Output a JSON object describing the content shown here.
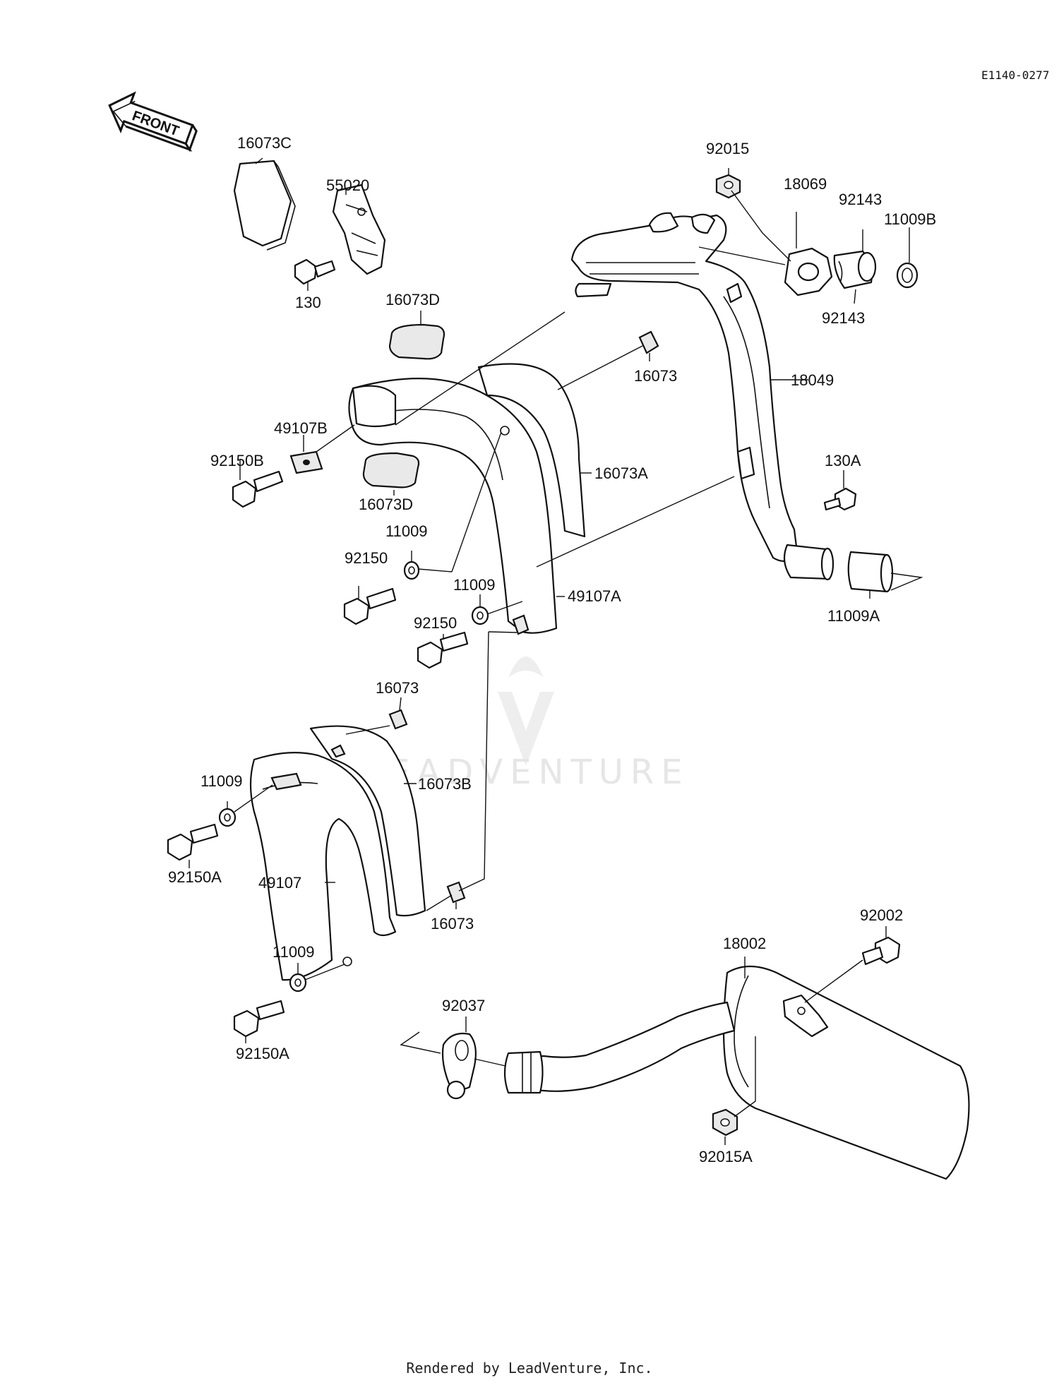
{
  "diagram_code": "E1140-0277",
  "front_arrow_text": "FRONT",
  "footer": "Rendered by LeadVenture, Inc.",
  "watermark": "LEADVENTURE",
  "parts": [
    {
      "id": "p16073C",
      "label": "16073C"
    },
    {
      "id": "p55020",
      "label": "55020"
    },
    {
      "id": "p130",
      "label": "130"
    },
    {
      "id": "p16073D_top",
      "label": "16073D"
    },
    {
      "id": "p92015",
      "label": "92015"
    },
    {
      "id": "p18069",
      "label": "18069"
    },
    {
      "id": "p92143_top",
      "label": "92143"
    },
    {
      "id": "p11009B",
      "label": "11009B"
    },
    {
      "id": "p92143_bot",
      "label": "92143"
    },
    {
      "id": "p16073_a",
      "label": "16073"
    },
    {
      "id": "p18049",
      "label": "18049"
    },
    {
      "id": "p49107B",
      "label": "49107B"
    },
    {
      "id": "p92150B",
      "label": "92150B"
    },
    {
      "id": "p16073A",
      "label": "16073A"
    },
    {
      "id": "p16073D_bot",
      "label": "16073D"
    },
    {
      "id": "p130A",
      "label": "130A"
    },
    {
      "id": "p11009_a",
      "label": "11009"
    },
    {
      "id": "p92150_a",
      "label": "92150"
    },
    {
      "id": "p11009_b",
      "label": "11009"
    },
    {
      "id": "p49107A",
      "label": "49107A"
    },
    {
      "id": "p92150_b",
      "label": "92150"
    },
    {
      "id": "p11009A",
      "label": "11009A"
    },
    {
      "id": "p16073_b",
      "label": "16073"
    },
    {
      "id": "p11009_c",
      "label": "11009"
    },
    {
      "id": "p16073B",
      "label": "16073B"
    },
    {
      "id": "p92150A_a",
      "label": "92150A"
    },
    {
      "id": "p49107",
      "label": "49107"
    },
    {
      "id": "p16073_c",
      "label": "16073"
    },
    {
      "id": "p18002",
      "label": "18002"
    },
    {
      "id": "p92002",
      "label": "92002"
    },
    {
      "id": "p11009_d",
      "label": "11009"
    },
    {
      "id": "p92037",
      "label": "92037"
    },
    {
      "id": "p92150A_b",
      "label": "92150A"
    },
    {
      "id": "p92015A",
      "label": "92015A"
    }
  ]
}
